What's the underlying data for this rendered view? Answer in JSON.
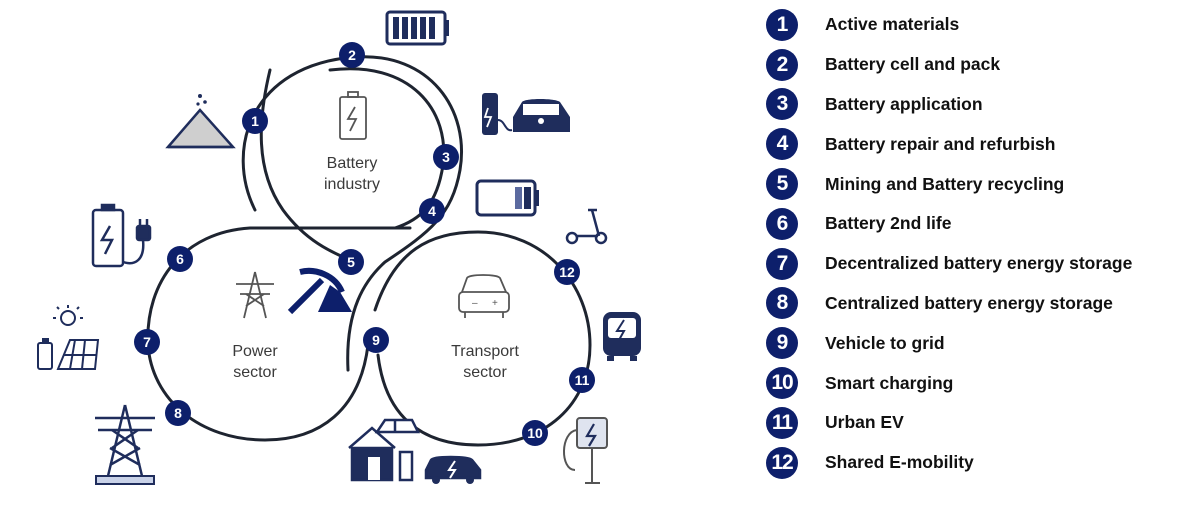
{
  "colors": {
    "navy": "#0d1f6b",
    "ring": "#1e2430",
    "icon_stroke": "#1f2d5c",
    "sand": "#c9c9c9"
  },
  "sectors": {
    "battery": {
      "line1": "Battery",
      "line2": "industry"
    },
    "power": {
      "line1": "Power",
      "line2": "sector"
    },
    "transport": {
      "line1": "Transport",
      "line2": "sector"
    }
  },
  "nodes": [
    "1",
    "2",
    "3",
    "4",
    "5",
    "6",
    "7",
    "8",
    "9",
    "10",
    "11",
    "12"
  ],
  "icons": [
    "sand-pile-icon",
    "battery-full-icon",
    "ev-charging-car-icon",
    "battery-half-icon",
    "kick-scooter-icon",
    "battery-plug-icon",
    "mining-pickaxe-icon",
    "electricity-pylon-icon",
    "electric-car-icon",
    "solar-battery-icon",
    "electric-bus-icon",
    "power-tower-icon",
    "home-solar-ev-icon",
    "charging-station-icon"
  ],
  "legend": [
    {
      "num": "1",
      "label": "Active materials"
    },
    {
      "num": "2",
      "label": "Battery cell and pack"
    },
    {
      "num": "3",
      "label": "Battery application"
    },
    {
      "num": "4",
      "label": "Battery repair and refurbish"
    },
    {
      "num": "5",
      "label": "Mining and Battery recycling"
    },
    {
      "num": "6",
      "label": "Battery 2nd life"
    },
    {
      "num": "7",
      "label": "Decentralized battery energy storage"
    },
    {
      "num": "8",
      "label": "Centralized battery energy storage"
    },
    {
      "num": "9",
      "label": "Vehicle to grid"
    },
    {
      "num": "10",
      "label": "Smart charging"
    },
    {
      "num": "11",
      "label": "Urban EV"
    },
    {
      "num": "12",
      "label": "Shared E-mobility"
    }
  ]
}
